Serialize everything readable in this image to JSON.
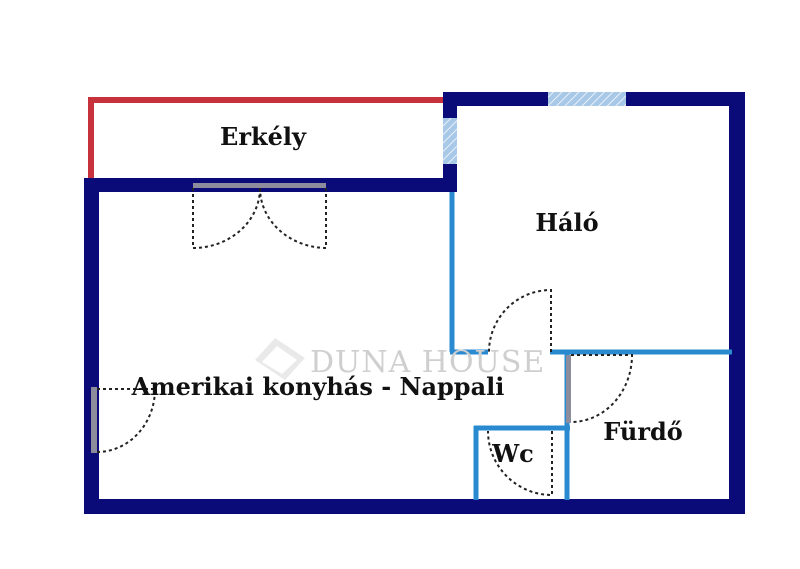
{
  "rooms": {
    "balcony": "Erkély",
    "bedroom": "Háló",
    "living": "Amerikai konyhás - Nappali",
    "bathroom": "Fürdő",
    "toilet": "Wc"
  },
  "watermark": {
    "text": "DUNA HOUSE"
  },
  "colors": {
    "outer_wall": "#0a0a78",
    "balcony_railing": "#c8323c",
    "inner_wall": "#2a8ad0",
    "window": "#a8c8e8",
    "door_frame": "#8c8c9c",
    "door_swing": "#222222",
    "background": "#ffffff"
  },
  "icons": {
    "logo": "duna-house-logo-icon"
  }
}
